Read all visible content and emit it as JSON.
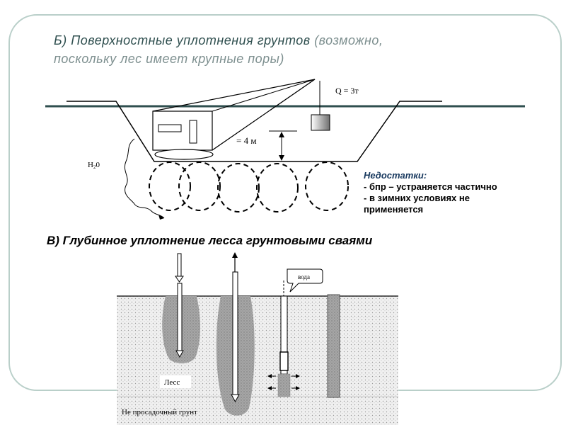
{
  "section_b": {
    "title_main": "Б) Поверхностные уплотнения грунтов",
    "title_paren_line1": "(возможно,",
    "title_paren_line2": "поскольку лес имеет крупные поры)"
  },
  "diagram_top": {
    "load_label": "Q = 3т",
    "height_label": "= 4 м",
    "water_label": "Н",
    "water_sub": "2",
    "water_tail": "0"
  },
  "drawbacks": {
    "heading": "Недостатки:",
    "item1": " - бпр – устраняется частично",
    "item2": " - в зимних условиях не",
    "item2_cont": "применяется"
  },
  "section_v": {
    "title": "В) Глубинное уплотнение лесса грунтовыми сваями"
  },
  "diagram_bottom": {
    "water_callout": "вода",
    "loess_label": "Лесс",
    "base_label": "Не просадочный грунт"
  }
}
